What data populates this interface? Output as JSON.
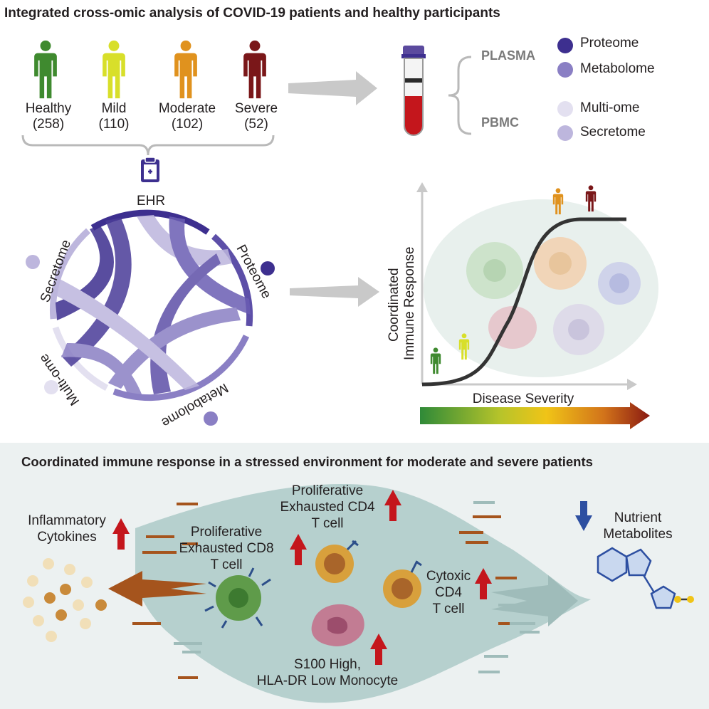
{
  "colors": {
    "healthy": "#3f8a2f",
    "mild": "#d8df2a",
    "moderate": "#e0921e",
    "severe": "#7a1719",
    "proteome": "#3d2f8f",
    "metabolome": "#8a7fc4",
    "multiome": "#e3e0f0",
    "secretome": "#bdb6dd",
    "arrow_gray": "#c8c8c8",
    "red_arrow": "#c4161c",
    "blue_arrow": "#2d4fa1",
    "brown": "#a5541d"
  },
  "header": {
    "title": "Integrated cross-omic analysis of COVID-19 patients and healthy participants"
  },
  "cohorts": [
    {
      "label": "Healthy",
      "count": "(258)",
      "color_key": "healthy"
    },
    {
      "label": "Mild",
      "count": "(110)",
      "color_key": "mild"
    },
    {
      "label": "Moderate",
      "count": "(102)",
      "color_key": "moderate"
    },
    {
      "label": "Severe",
      "count": "(52)",
      "color_key": "severe"
    }
  ],
  "samples": {
    "plasma": "PLASMA",
    "pbmc": "PBMC",
    "legend": [
      {
        "label": "Proteome",
        "color_key": "proteome"
      },
      {
        "label": "Metabolome",
        "color_key": "metabolome"
      },
      {
        "label": "Multi-ome",
        "color_key": "multiome"
      },
      {
        "label": "Secretome",
        "color_key": "secretome"
      }
    ]
  },
  "circos": {
    "ehr": "EHR",
    "proteome": "Proteome",
    "secretome": "Secretome",
    "multiome": "Multi-ome",
    "metabolome": "Metabolome"
  },
  "response_plot": {
    "ylabel_line1": "Coordinated",
    "ylabel_line2": "Immune Response",
    "xlabel": "Disease Severity"
  },
  "bottom": {
    "title": "Coordinated immune response in a stressed environment for moderate and severe patients",
    "inflammatory_line1": "Inflammatory",
    "inflammatory_line2": "Cytokines",
    "cd8_line1": "Proliferative",
    "cd8_line2": "Exhausted CD8",
    "cd8_line3": "T cell",
    "cd4_line1": "Proliferative",
    "cd4_line2": "Exhausted CD4",
    "cd4_line3": "T cell",
    "cyto_line1": "Cytoxic",
    "cyto_line2": "CD4",
    "cyto_line3": "T cell",
    "mono_line1": "S100 High,",
    "mono_line2": "HLA-DR Low Monocyte",
    "nutrient_line1": "Nutrient",
    "nutrient_line2": "Metabolites"
  }
}
